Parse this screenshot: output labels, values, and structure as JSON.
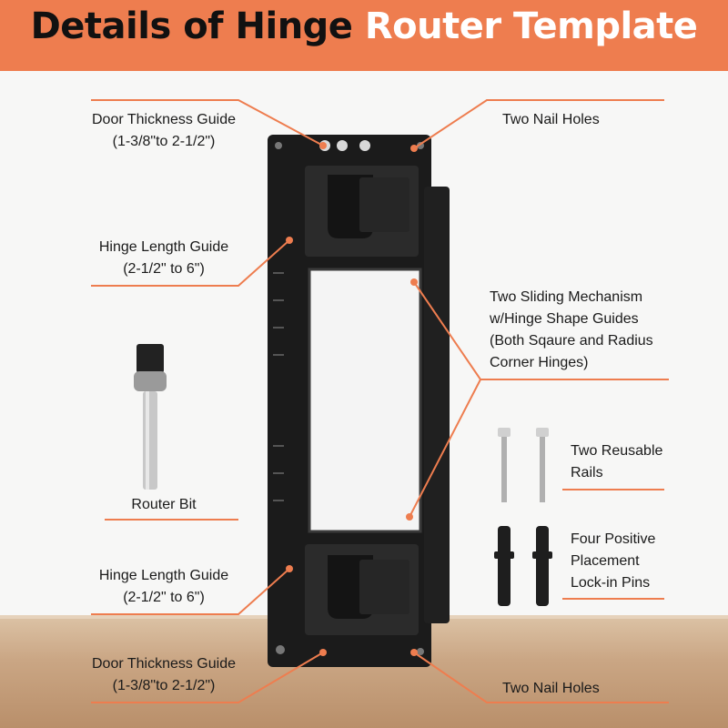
{
  "title": {
    "part1": "Details of Hinge",
    "part2": "Router Template"
  },
  "labels": {
    "door_thickness_top": [
      "Door Thickness Guide",
      "(1-3/8\"to 2-1/2\")"
    ],
    "hinge_length_top": [
      "Hinge Length Guide",
      "(2-1/2\" to 6\")"
    ],
    "router_bit": "Router Bit",
    "hinge_length_bottom": [
      "Hinge Length Guide",
      "(2-1/2\" to 6\")"
    ],
    "door_thickness_bottom": [
      "Door Thickness Guide",
      "(1-3/8\"to 2-1/2\")"
    ],
    "nail_holes_top": "Two Nail Holes",
    "sliding": [
      "Two Sliding Mechanism",
      "w/Hinge Shape Guides",
      "(Both Sqaure and Radius",
      "Corner Hinges)"
    ],
    "rails": [
      "Two Reusable",
      "Rails"
    ],
    "pins": [
      "Four Positive",
      "Placement",
      "Lock-in Pins"
    ],
    "nail_holes_bottom": "Two Nail Holes"
  },
  "colors": {
    "accent": "#ee7d4f",
    "template": "#1b1b1b"
  }
}
